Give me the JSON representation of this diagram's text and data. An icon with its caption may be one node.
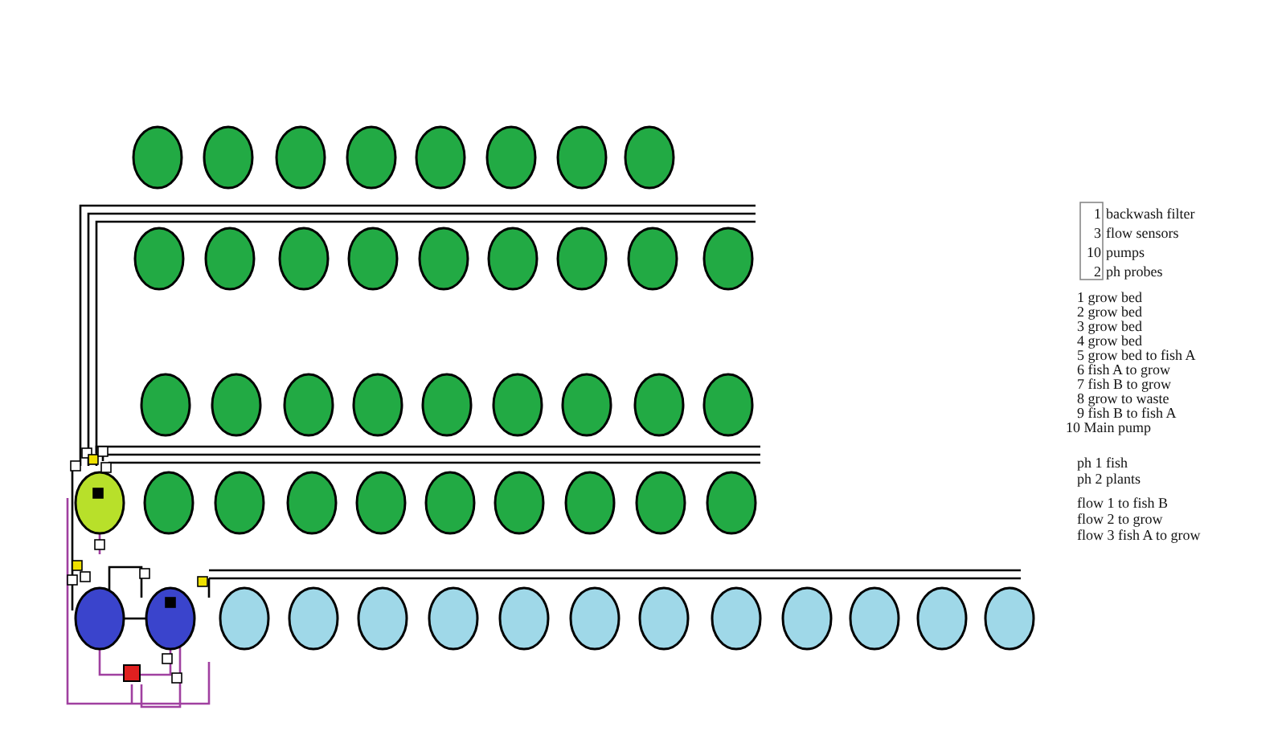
{
  "diagram": {
    "labels": [
      "1",
      "backwash filter",
      "3",
      "flow sensors",
      "10",
      "pumps",
      "2",
      "ph probes",
      "1 grow bed",
      "2 grow bed",
      "3 grow bed",
      "4 grow bed",
      "5 grow bed to fish A",
      "6 fish A to grow",
      "7 fish B to grow",
      "8 grow  to waste",
      "9 fish B to fish A",
      "10 Main pump",
      "ph 1 fish",
      "ph 2 plants",
      "flow 1 to fish B",
      "flow 2 to grow",
      "flow 3 fish A to grow"
    ]
  }
}
